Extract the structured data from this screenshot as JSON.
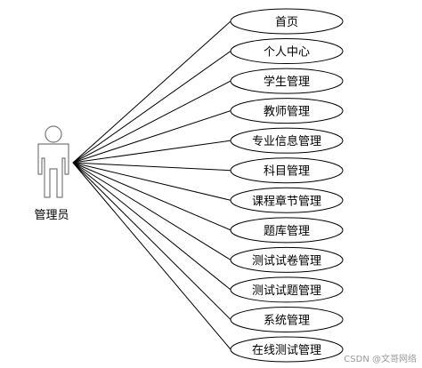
{
  "actor": {
    "label": "管理员"
  },
  "use_cases": [
    {
      "label": "首页"
    },
    {
      "label": "个人中心"
    },
    {
      "label": "学生管理"
    },
    {
      "label": "教师管理"
    },
    {
      "label": "专业信息管理"
    },
    {
      "label": "科目管理"
    },
    {
      "label": "课程章节管理"
    },
    {
      "label": "题库管理"
    },
    {
      "label": "测试试卷管理"
    },
    {
      "label": "测试试题管理"
    },
    {
      "label": "系统管理"
    },
    {
      "label": "在线测试管理"
    }
  ],
  "watermark": "CSDN @文哥网络"
}
